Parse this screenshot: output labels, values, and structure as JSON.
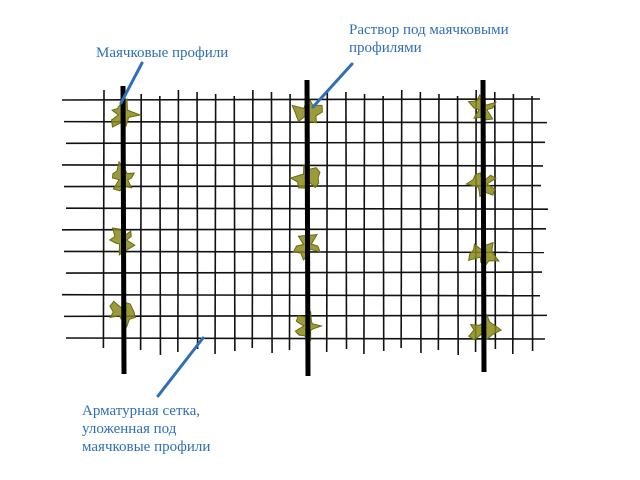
{
  "colors": {
    "label": "#2f6fb6",
    "pointer": "#2f6fb6",
    "mesh": "#111111",
    "profile": "#000000",
    "mortar": "#8a8a1a"
  },
  "labels": {
    "beacon_profiles": "Маячковые профили",
    "mortar": [
      "Раствор под маячковыми",
      "профилями"
    ],
    "mesh": [
      "Арматурная сетка,",
      "уложенная под",
      "маячковые профили"
    ]
  },
  "diagram": {
    "mesh_horizontal_wires": 12,
    "mesh_vertical_wires": 24,
    "beacon_profiles": 3,
    "mortar_dabs_per_profile": 4
  }
}
